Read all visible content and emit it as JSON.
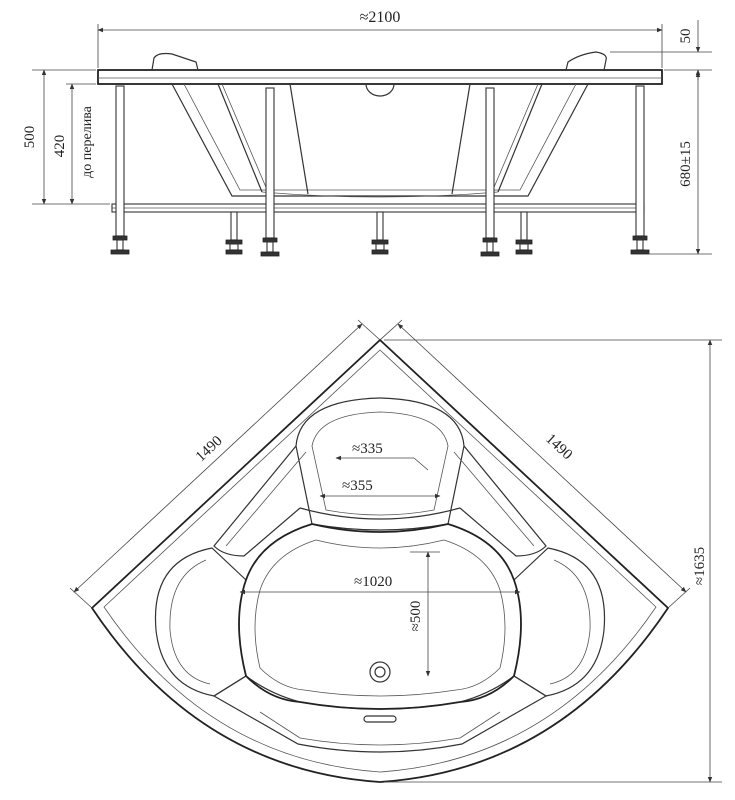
{
  "side_view": {
    "width_label": "≈2100",
    "rim_label": "50",
    "height_label": "500",
    "overflow_height_label": "420",
    "overflow_caption": "до перелива",
    "leg_height_label": "680±15"
  },
  "top_view": {
    "side_a_label": "1490",
    "side_b_label": "1490",
    "diagonal_label": "≈1635",
    "seat_top_label": "≈335",
    "seat_bottom_label": "≈355",
    "bowl_width_label": "≈1020",
    "bowl_depth_label": "≈500"
  }
}
